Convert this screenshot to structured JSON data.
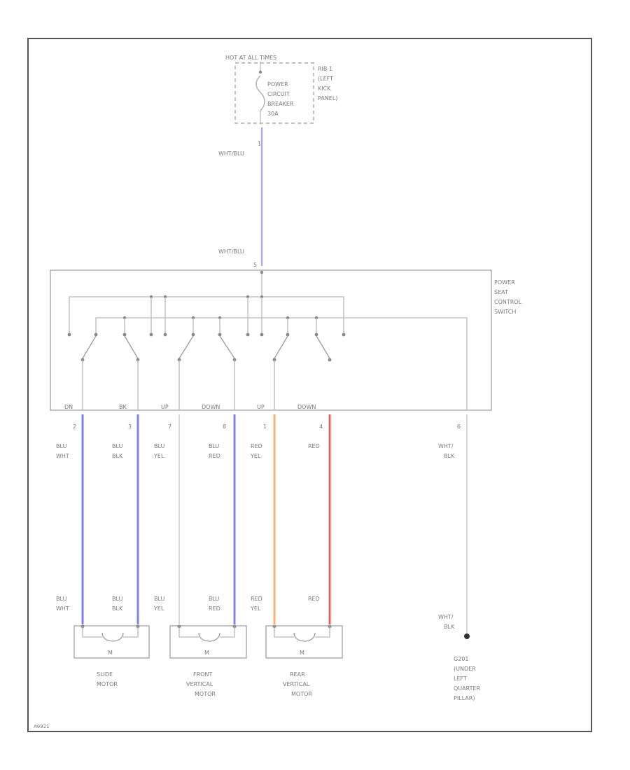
{
  "header": {
    "fuse_title": "HOT AT ALL TIMES",
    "fuse_lines": [
      "POWER",
      "CIRCUIT",
      "BREAKER",
      "30A"
    ],
    "fuse_location": [
      "RIB 1",
      "(LEFT",
      "KICK",
      "PANEL)"
    ],
    "fuse_pin": "1"
  },
  "supply": {
    "upper_label": "WHT/BLU",
    "lower_label": "WHT/BLU",
    "color": "#a8a8f0"
  },
  "switch": {
    "name_lines": [
      "POWER",
      "SEAT",
      "CONTROL",
      "SWITCH"
    ],
    "input_pin": "5"
  },
  "outputs": [
    {
      "term": "DN",
      "pin": "2",
      "wire": [
        "BLU",
        "WHT"
      ],
      "color": "#8080f0"
    },
    {
      "term": "BK",
      "pin": "3",
      "wire": [
        "BLU",
        "BLK"
      ],
      "color": "#8080f0"
    },
    {
      "term": "UP",
      "pin": "7",
      "wire": [
        "BLU",
        "YEL"
      ],
      "color": "#c8c8c8"
    },
    {
      "term": "DOWN",
      "pin": "8",
      "wire": [
        "BLU",
        "RED"
      ],
      "color": "#8080f0"
    },
    {
      "term": "UP",
      "pin": "1",
      "wire": [
        "RED",
        "YEL"
      ],
      "color": "#ffb070"
    },
    {
      "term": "DOWN",
      "pin": "4",
      "wire": [
        "RED"
      ],
      "color": "#f06060"
    }
  ],
  "ground": {
    "pin": "6",
    "wire": [
      "WHT/",
      "BLK"
    ],
    "location": [
      "G201",
      "(UNDER",
      "LEFT",
      "QUARTER",
      "PILLAR)"
    ]
  },
  "motors": [
    {
      "symbol": "M",
      "name": [
        "SLIDE",
        "MOTOR"
      ]
    },
    {
      "symbol": "M",
      "name": [
        "FRONT",
        "VERTICAL",
        "MOTOR"
      ]
    },
    {
      "symbol": "M",
      "name": [
        "REAR",
        "VERTICAL",
        "MOTOR"
      ]
    }
  ],
  "footer_code": "A9921"
}
